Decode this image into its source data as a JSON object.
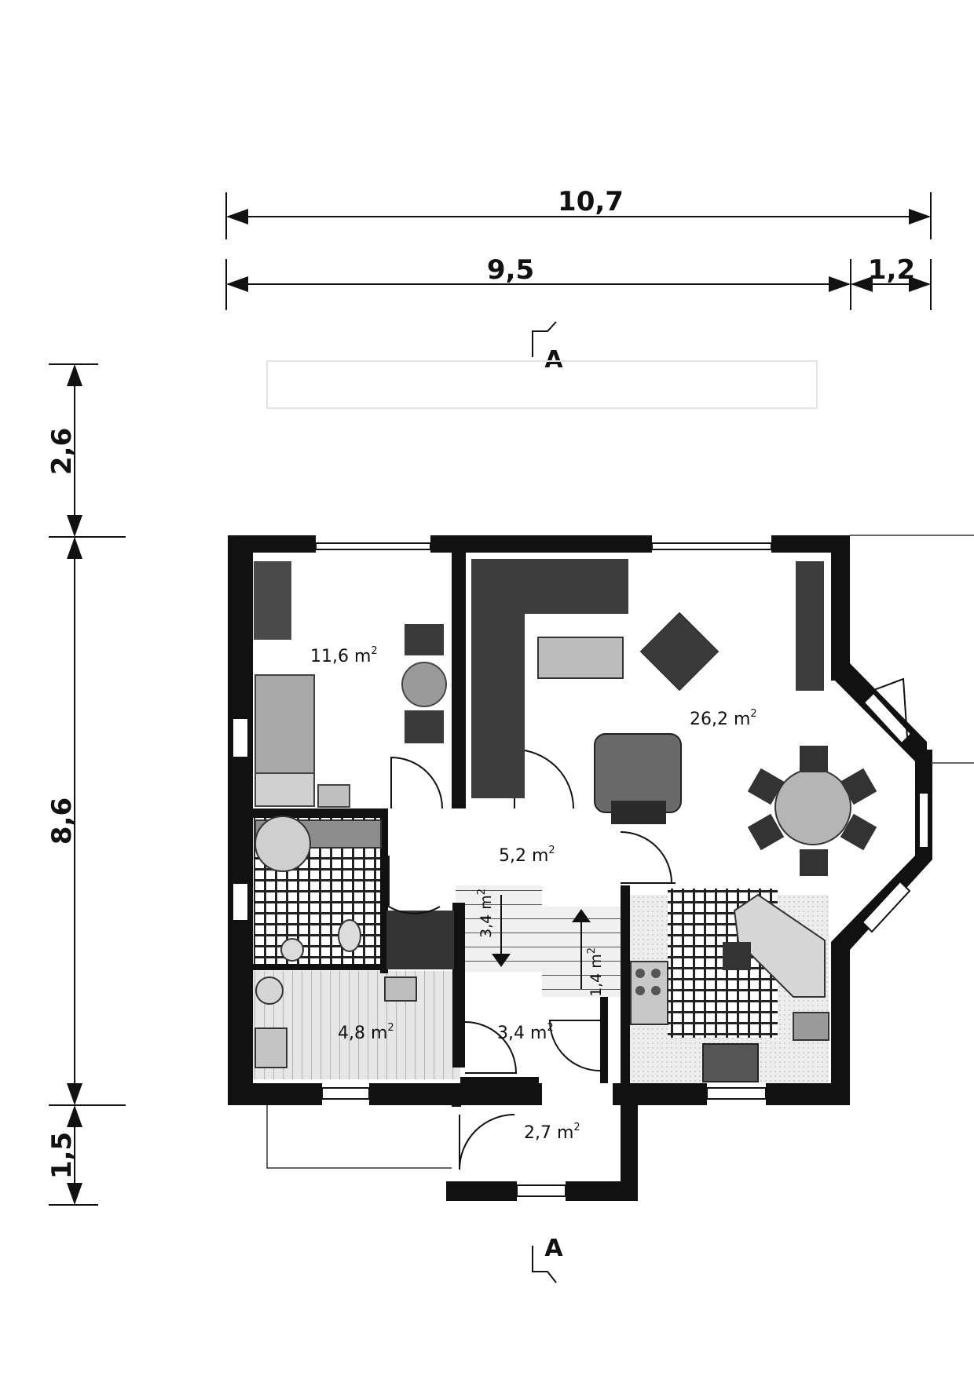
{
  "dimensions": {
    "overall_width": "10,7",
    "main_width": "9,5",
    "bay_width": "1,2",
    "top_depth": "2,6",
    "house_depth": "8,6",
    "entrance_depth": "1,5"
  },
  "section_marker": {
    "top_label": "A",
    "bottom_label": "A"
  },
  "rooms": {
    "bedroom": "11,6 m",
    "living_dining": "26,2 m",
    "hall": "5,2 m",
    "bathroom": "4,8 m",
    "vestibule": "3,4 m",
    "entry": "2,7 m",
    "stair_down": "3,4 m",
    "stair_up": "1,4 m",
    "area_unit_exponent": "2"
  },
  "colors": {
    "wall": "#111111",
    "furniture": "#5a5a5a",
    "tile": "#222222",
    "floor_hatch": "#cfcfcf"
  }
}
